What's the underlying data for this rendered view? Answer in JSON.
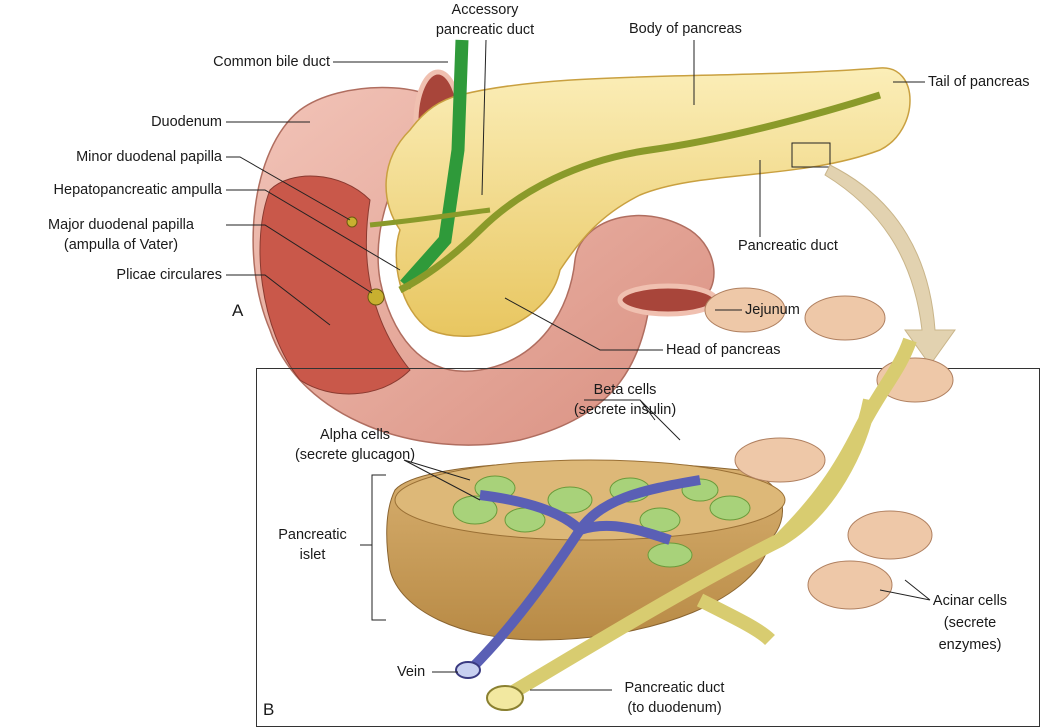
{
  "panel_a": {
    "letter": "A",
    "labels": {
      "accessory_duct": [
        "Accessory",
        "pancreatic duct"
      ],
      "body": "Body of pancreas",
      "common_bile_duct": "Common bile duct",
      "tail": "Tail of pancreas",
      "duodenum": "Duodenum",
      "minor_papilla": "Minor duodenal papilla",
      "hepatopancreatic_ampulla": "Hepatopancreatic ampulla",
      "major_papilla": [
        "Major duodenal papilla",
        "(ampulla of Vater)"
      ],
      "plicae": "Plicae circulares",
      "pancreatic_duct": "Pancreatic duct",
      "jejunum": "Jejunum",
      "head": "Head of pancreas"
    }
  },
  "panel_b": {
    "letter": "B",
    "labels": {
      "beta": [
        "Beta cells",
        "(secrete insulin)"
      ],
      "alpha": [
        "Alpha cells",
        "(secrete glucagon)"
      ],
      "islet": [
        "Pancreatic",
        "islet"
      ],
      "acinar": [
        "Acinar cells",
        "(secrete",
        "enzymes)"
      ],
      "vein": "Vein",
      "duct": [
        "Pancreatic duct",
        "(to duodenum)"
      ]
    }
  },
  "colors": {
    "duodenum": "#e8a99a",
    "pancreas": "#f3dc8a",
    "duct": "#8a9a2a",
    "bile": "#2f9a3a",
    "vein": "#5a5fb5",
    "islet": "#c9a060",
    "alpha_cell": "#a8d27a"
  }
}
